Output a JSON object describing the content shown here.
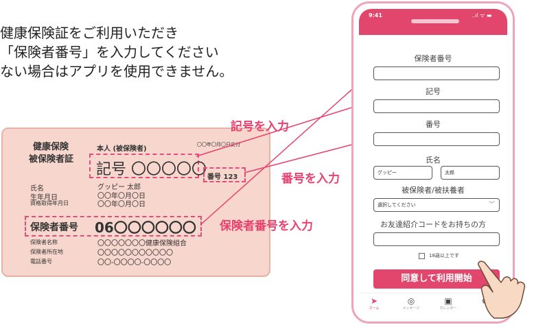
{
  "instructions": {
    "line1": "健康保険証をご利用いただき",
    "line2": "「保険者番号」を入力してください",
    "line3": "ない場合はアプリを使用できません。"
  },
  "card": {
    "title1": "健康保険",
    "title2": "被保険者証",
    "type": "本人 (被保険者)",
    "issue_date": "〇〇年〇月〇日交付",
    "kigo": "記号 〇〇〇〇〇",
    "bango": "番号 123",
    "name_label": "氏名",
    "name_value": "グッピー 太郎",
    "birth_label": "生年月日",
    "birth_value": "〇〇年〇月〇日",
    "qual_label": "資格取得年月日",
    "qual_value": "〇〇年〇月〇日",
    "insurer_no_label": "保険者番号",
    "insurer_no_value": "06〇〇〇〇〇〇",
    "insurer_name_label": "保険者名称",
    "insurer_name_value": "〇〇〇〇〇〇〇健康保険組合",
    "insurer_addr_label": "保険者所在地",
    "insurer_addr_value": "〇〇〇〇〇〇〇〇〇〇〇",
    "phone_label": "電話番号",
    "phone_value": "〇〇-〇〇〇〇-〇〇〇〇"
  },
  "annotations": {
    "kigo": "記号を入力",
    "bango": "番号を入力",
    "insurer": "保険者番号を入力"
  },
  "phone": {
    "time": "9:41",
    "status_icons": "..ıl ᯤ ▬",
    "insurer_no_label": "保険者番号",
    "kigo_label": "記号",
    "bango_label": "番号",
    "name_label": "氏名",
    "last_name_value": "グッピー",
    "first_name_value": "太郎",
    "relation_label": "被保険者/被扶養者",
    "relation_placeholder": "選択してください",
    "referral_label": "お友達紹介コードをお持ちの方",
    "age_check_label": "18歳以上です",
    "agree_button": "同意して利用開始",
    "tabs": [
      {
        "label": "ホーム",
        "icon": "➤"
      },
      {
        "label": "メッセージ",
        "icon": "◎"
      },
      {
        "label": "カレンダー",
        "icon": "▣"
      },
      {
        "label": "",
        "icon": "⚙"
      }
    ]
  },
  "colors": {
    "accent": "#e2466c",
    "card_bg": "#f7d6cd",
    "annotation": "#e8416f"
  }
}
